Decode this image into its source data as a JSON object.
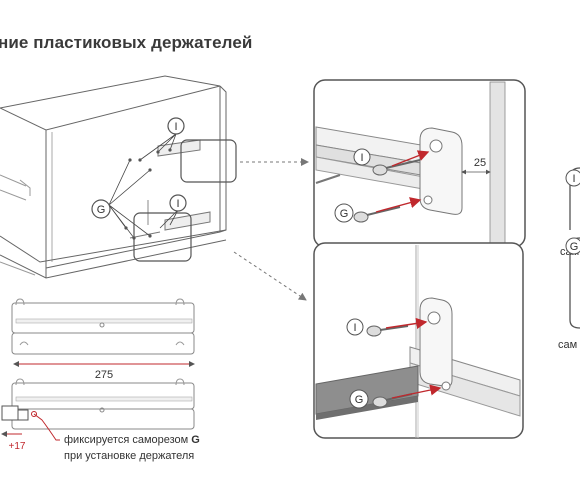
{
  "title": "ние пластиковых держателей",
  "markers": {
    "screw_i": "I",
    "screw_g": "G"
  },
  "dimensions": {
    "top_offset": "25",
    "rail_length": "275",
    "shift": "+17"
  },
  "caption": {
    "line1_prefix": "фиксируется саморезом ",
    "line1_bold": "G",
    "line2": "при установке держателя"
  },
  "side_labels": {
    "top": "сам",
    "bottom": "сам"
  },
  "colors": {
    "accent": "#c0282d",
    "line": "#555555",
    "panel_border": "#555555"
  }
}
